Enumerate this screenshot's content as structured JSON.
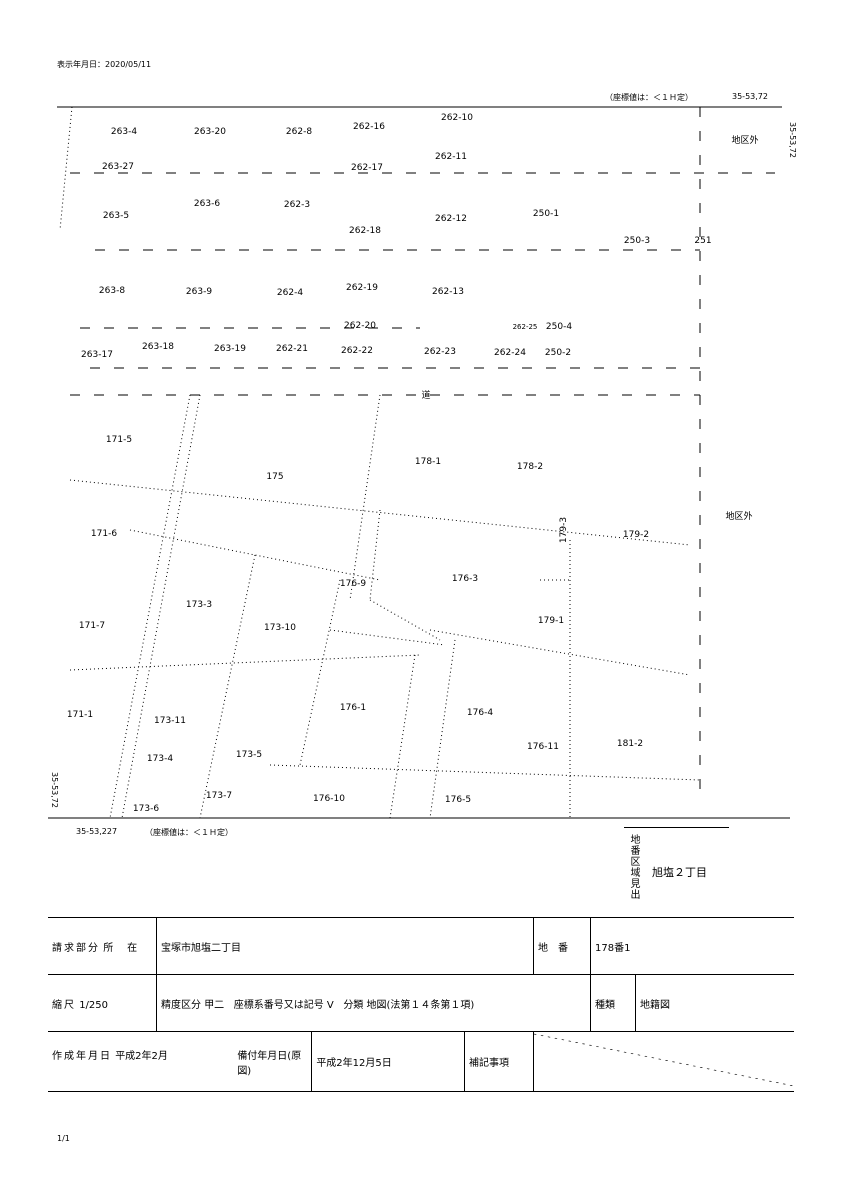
{
  "header": {
    "print_date": "表示年月日：2020/05/11",
    "coord_note": "（座標値は：＜１Ｈ定）",
    "sheet_code_top": "35-53,72"
  },
  "map": {
    "parcels": [
      "263-4",
      "263-20",
      "262-8",
      "262-16",
      "262-10",
      "262-11",
      "地区外",
      "263-27",
      "262-17",
      "263-5",
      "263-6",
      "262-3",
      "262-18",
      "262-12",
      "250-1",
      "250-3",
      "251",
      "263-8",
      "263-9",
      "262-4",
      "262-19",
      "262-13",
      "262-20",
      "262-25",
      "250-4",
      "263-17",
      "263-18",
      "263-19",
      "262-21",
      "262-22",
      "262-23",
      "262-24",
      "250-2",
      "道",
      "171-5",
      "178-1",
      "178-2",
      "175",
      "地区外",
      "171-6",
      "179-2",
      "176-9",
      "176-3",
      "173-3",
      "179-1",
      "171-7",
      "173-10",
      "176-1",
      "176-4",
      "171-1",
      "173-11",
      "176-11",
      "181-2",
      "173-4",
      "173-5",
      "173-7",
      "176-10",
      "176-5",
      "173-6",
      "179-3"
    ],
    "side_code_right": "35-53,72",
    "side_code_left": "35-53,72"
  },
  "footer_notes": {
    "sheet_code_bottom": "35-53,227",
    "coord_note_bottom": "（座標値は：＜１Ｈ定）"
  },
  "area_box": {
    "label": "地番区域見出",
    "value": "旭塩２丁目"
  },
  "info": {
    "request_label": "請求部分",
    "location_label": "所　在",
    "location": "宝塚市旭塩二丁目",
    "lot_label": "地　番",
    "lot": "178番1",
    "scale_label": "縮尺",
    "scale": "1/250",
    "accuracy_label": "精度区分",
    "accuracy": "甲二",
    "coord_label": "座標系番号又は記号",
    "coord": "V",
    "class_label": "分類",
    "class": "地図(法第１４条第１項)",
    "type_label": "種類",
    "type": "地籍図",
    "created_label": "作成年月日",
    "created": "平成2年2月",
    "installed_label": "備付年月日(原図)",
    "installed": "平成2年12月5日",
    "notes_label": "補記事項"
  },
  "page_number": "1/1"
}
